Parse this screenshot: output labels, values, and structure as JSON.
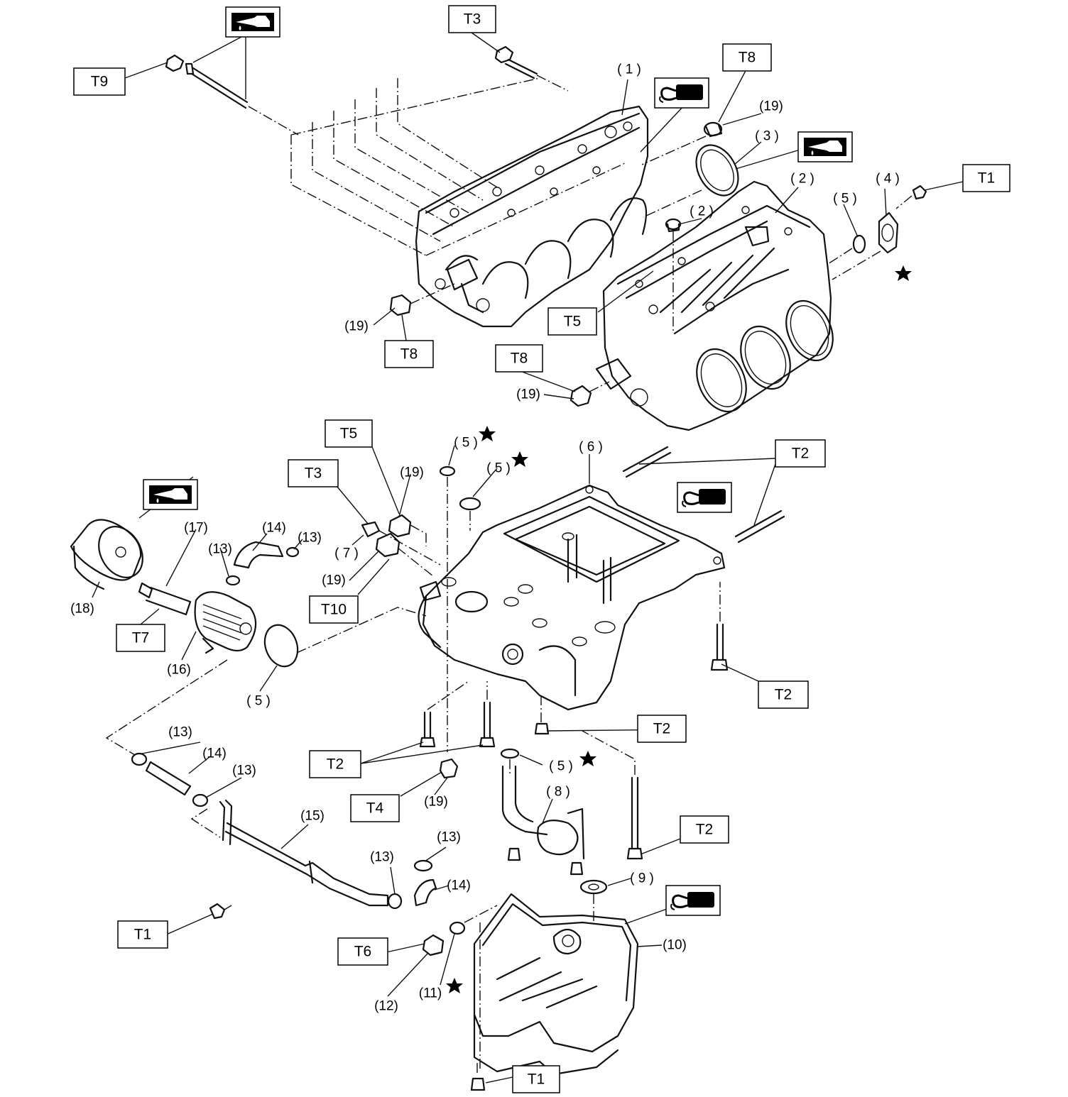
{
  "labels": {
    "t1": "T1",
    "t2": "T2",
    "t3": "T3",
    "t4": "T4",
    "t5": "T5",
    "t6": "T6",
    "t7": "T7",
    "t8": "T8",
    "t9": "T9",
    "t10": "T10"
  },
  "callouts": {
    "p1": "( 1 )",
    "p2": "( 2 )",
    "p3": "( 3 )",
    "p4": "( 4 )",
    "p5": "( 5 )",
    "p6": "( 6 )",
    "p7": "( 7 )",
    "p8": "( 8 )",
    "p9": "( 9 )",
    "p10": "(10)",
    "p11": "(11)",
    "p12": "(12)",
    "p13": "(13)",
    "p14": "(14)",
    "p15": "(15)",
    "p16": "(16)",
    "p17": "(17)",
    "p18": "(18)",
    "p19": "(19)"
  },
  "icons": {
    "oil": "engine-oil-can-icon",
    "sealant": "liquid-gasket-icon",
    "replace": "star-icon"
  },
  "colors": {
    "ink": "#111111",
    "paper": "#ffffff"
  }
}
